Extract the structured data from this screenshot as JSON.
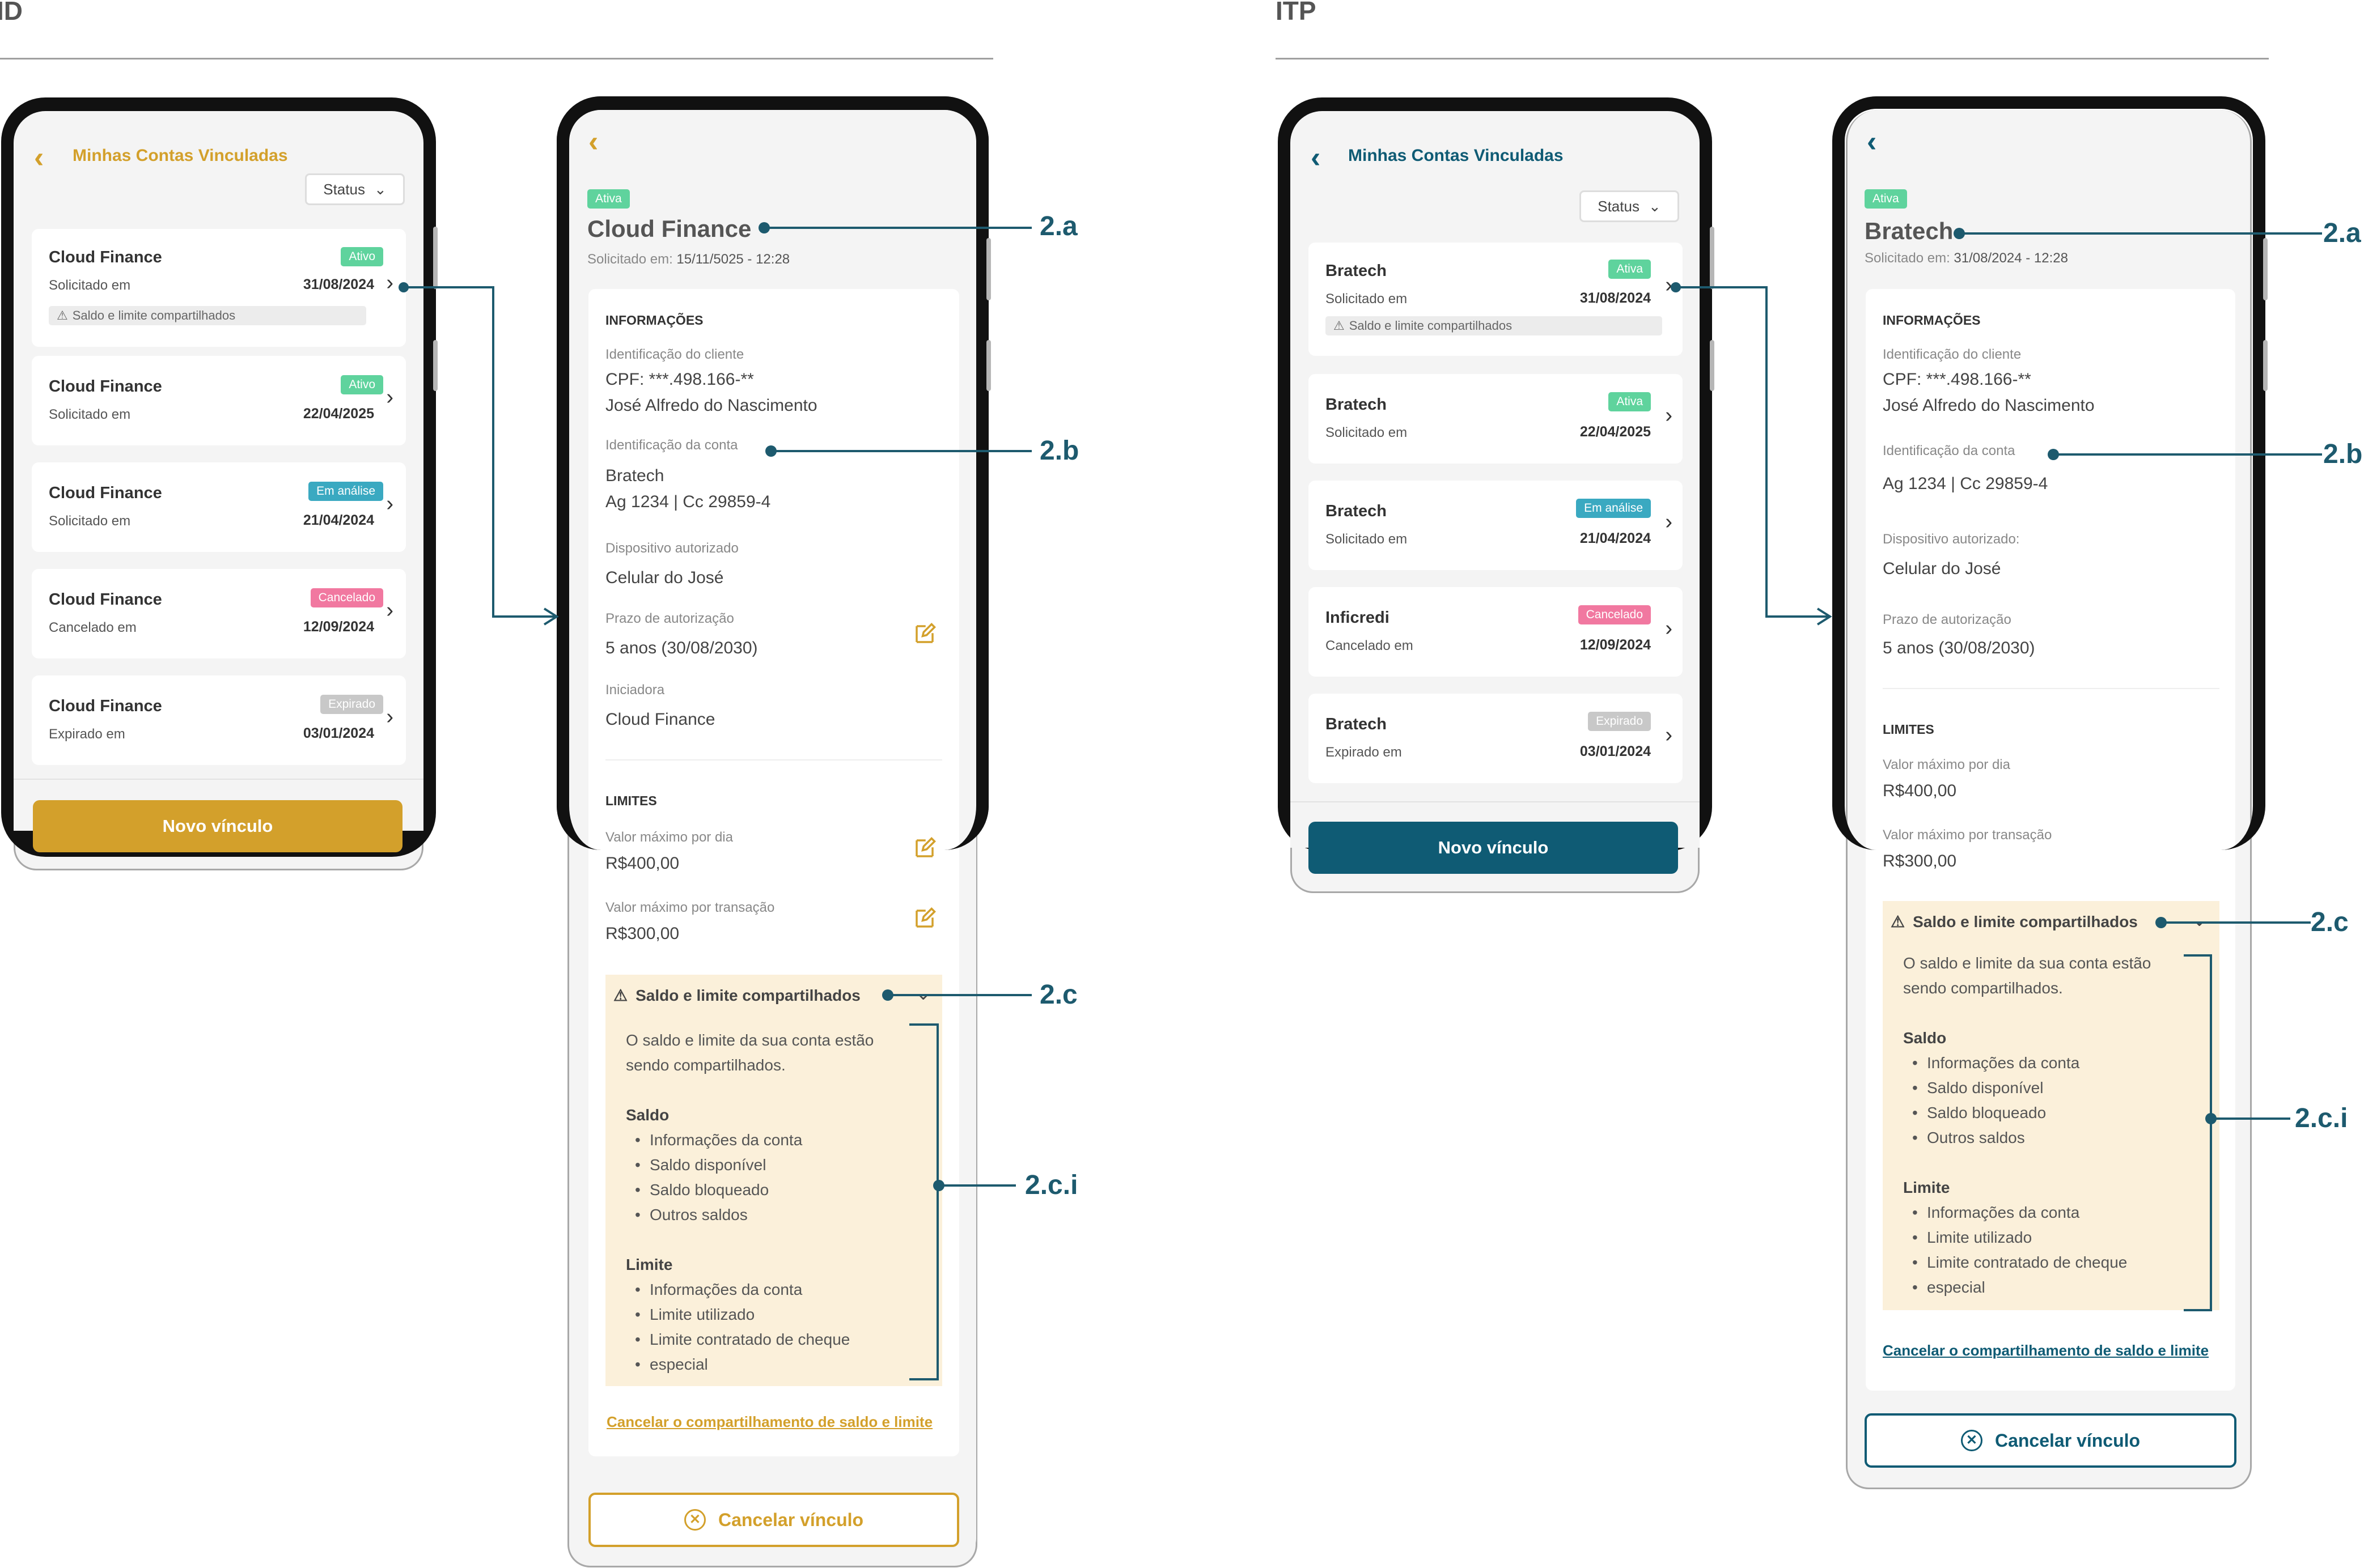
{
  "colors": {
    "id_accent": "#d3a02b",
    "itp_accent": "#0f5b74",
    "callout": "#1d5a6e"
  },
  "sections": {
    "id_title": "ID",
    "itp_title": "ITP"
  },
  "id_list": {
    "back_icon": "chevron-left-icon",
    "title": "Minhas Contas Vinculadas",
    "status_button": "Status",
    "items": [
      {
        "name": "Cloud Finance",
        "badge": "Ativo",
        "sub": "Solicitado em",
        "date": "31/08/2024",
        "note": "Saldo e limite compartilhados"
      },
      {
        "name": "Cloud Finance",
        "badge": "Ativo",
        "sub": "Solicitado em",
        "date": "22/04/2025"
      },
      {
        "name": "Cloud Finance",
        "badge": "Em análise",
        "sub": "Solicitado em",
        "date": "21/04/2024"
      },
      {
        "name": "Cloud Finance",
        "badge": "Cancelado",
        "sub": "Cancelado em",
        "date": "12/09/2024"
      },
      {
        "name": "Cloud Finance",
        "badge": "Expirado",
        "sub": "Expirado em",
        "date": "03/01/2024"
      }
    ],
    "cta": "Novo vínculo"
  },
  "id_detail": {
    "badge": "Ativa",
    "title": "Cloud Finance",
    "requested_label": "Solicitado em:",
    "requested_value": "15/11/5025 - 12:28",
    "info_header": "INFORMAÇÕES",
    "client_id_label": "Identificação do cliente",
    "client_cpf": "CPF: ***.498.166-**",
    "client_name": "José Alfredo do Nascimento",
    "account_id_label": "Identificação da conta",
    "account_bank": "Bratech",
    "account_number": "Ag 1234 | Cc 29859-4",
    "device_label": "Dispositivo autorizado",
    "device_value": "Celular do José",
    "term_label": "Prazo de autorização",
    "term_value": "5 anos (30/08/2030)",
    "initiator_label": "Iniciadora",
    "initiator_value": "Cloud Finance",
    "limits_header": "LIMITES",
    "daily_label": "Valor máximo por dia",
    "daily_value": "R$400,00",
    "tx_label": "Valor máximo por transação",
    "tx_value": "R$300,00",
    "shared_title": "Saldo e limite compartilhados",
    "shared_desc_1": "O saldo e limite da sua conta estão",
    "shared_desc_2": "sendo compartilhados.",
    "saldo_title": "Saldo",
    "saldo_items": [
      "Informações da conta",
      "Saldo disponível",
      "Saldo bloqueado",
      "Outros saldos"
    ],
    "limite_title": "Limite",
    "limite_items": [
      "Informações da conta",
      "Limite utilizado",
      "Limite contratado de cheque",
      "especial"
    ],
    "cancel_share": "Cancelar o compartilhamento de saldo e limite",
    "cancel_button": "Cancelar vínculo"
  },
  "itp_list": {
    "title": "Minhas Contas Vinculadas",
    "status_button": "Status",
    "items": [
      {
        "name": "Bratech",
        "badge": "Ativa",
        "sub": "Solicitado em",
        "date": "31/08/2024",
        "note": "Saldo e limite compartilhados"
      },
      {
        "name": "Bratech",
        "badge": "Ativa",
        "sub": "Solicitado em",
        "date": "22/04/2025"
      },
      {
        "name": "Bratech",
        "badge": "Em análise",
        "sub": "Solicitado em",
        "date": "21/04/2024"
      },
      {
        "name": "Inficredi",
        "badge": "Cancelado",
        "sub": "Cancelado em",
        "date": "12/09/2024"
      },
      {
        "name": "Bratech",
        "badge": "Expirado",
        "sub": "Expirado em",
        "date": "03/01/2024"
      }
    ],
    "cta": "Novo vínculo"
  },
  "itp_detail": {
    "badge": "Ativa",
    "title": "Bratech",
    "requested_label": "Solicitado em:",
    "requested_value": "31/08/2024 - 12:28",
    "info_header": "INFORMAÇÕES",
    "client_id_label": "Identificação do cliente",
    "client_cpf": "CPF: ***.498.166-**",
    "client_name": "José Alfredo do Nascimento",
    "account_id_label": "Identificação da conta",
    "account_number": "Ag 1234 | Cc 29859-4",
    "device_label": "Dispositivo autorizado:",
    "device_value": "Celular do José",
    "term_label": "Prazo de autorização",
    "term_value": "5 anos (30/08/2030)",
    "limits_header": "LIMITES",
    "daily_label": "Valor máximo por dia",
    "daily_value": "R$400,00",
    "tx_label": "Valor máximo por transação",
    "tx_value": "R$300,00",
    "shared_title": "Saldo e limite compartilhados",
    "shared_desc_1": "O saldo e limite da sua conta estão",
    "shared_desc_2": "sendo compartilhados.",
    "saldo_title": "Saldo",
    "saldo_items": [
      "Informações da conta",
      "Saldo disponível",
      "Saldo bloqueado",
      "Outros saldos"
    ],
    "limite_title": "Limite",
    "limite_items": [
      "Informações da conta",
      "Limite utilizado",
      "Limite contratado de cheque",
      "especial"
    ],
    "cancel_share": "Cancelar o compartilhamento de saldo e limite",
    "cancel_button": "Cancelar vínculo"
  },
  "callouts": {
    "a": "2.a",
    "b": "2.b",
    "c": "2.c",
    "ci": "2.c.i"
  }
}
